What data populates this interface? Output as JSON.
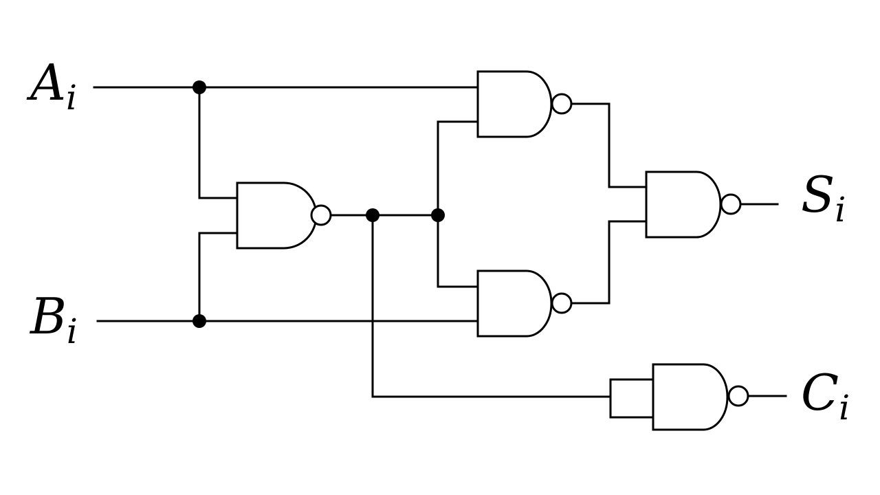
{
  "diagram": {
    "inputs": [
      {
        "letter": "A",
        "subscript": "i"
      },
      {
        "letter": "B",
        "subscript": "i"
      }
    ],
    "outputs": [
      {
        "letter": "S",
        "subscript": "i"
      },
      {
        "letter": "C",
        "subscript": "i"
      }
    ],
    "gates": [
      {
        "id": "g1",
        "type": "NAND"
      },
      {
        "id": "g2",
        "type": "NAND"
      },
      {
        "id": "g3",
        "type": "NAND"
      },
      {
        "id": "g4",
        "type": "NAND"
      },
      {
        "id": "g5",
        "type": "NAND"
      }
    ],
    "stroke_color": "#000000",
    "background_color": "#ffffff"
  }
}
